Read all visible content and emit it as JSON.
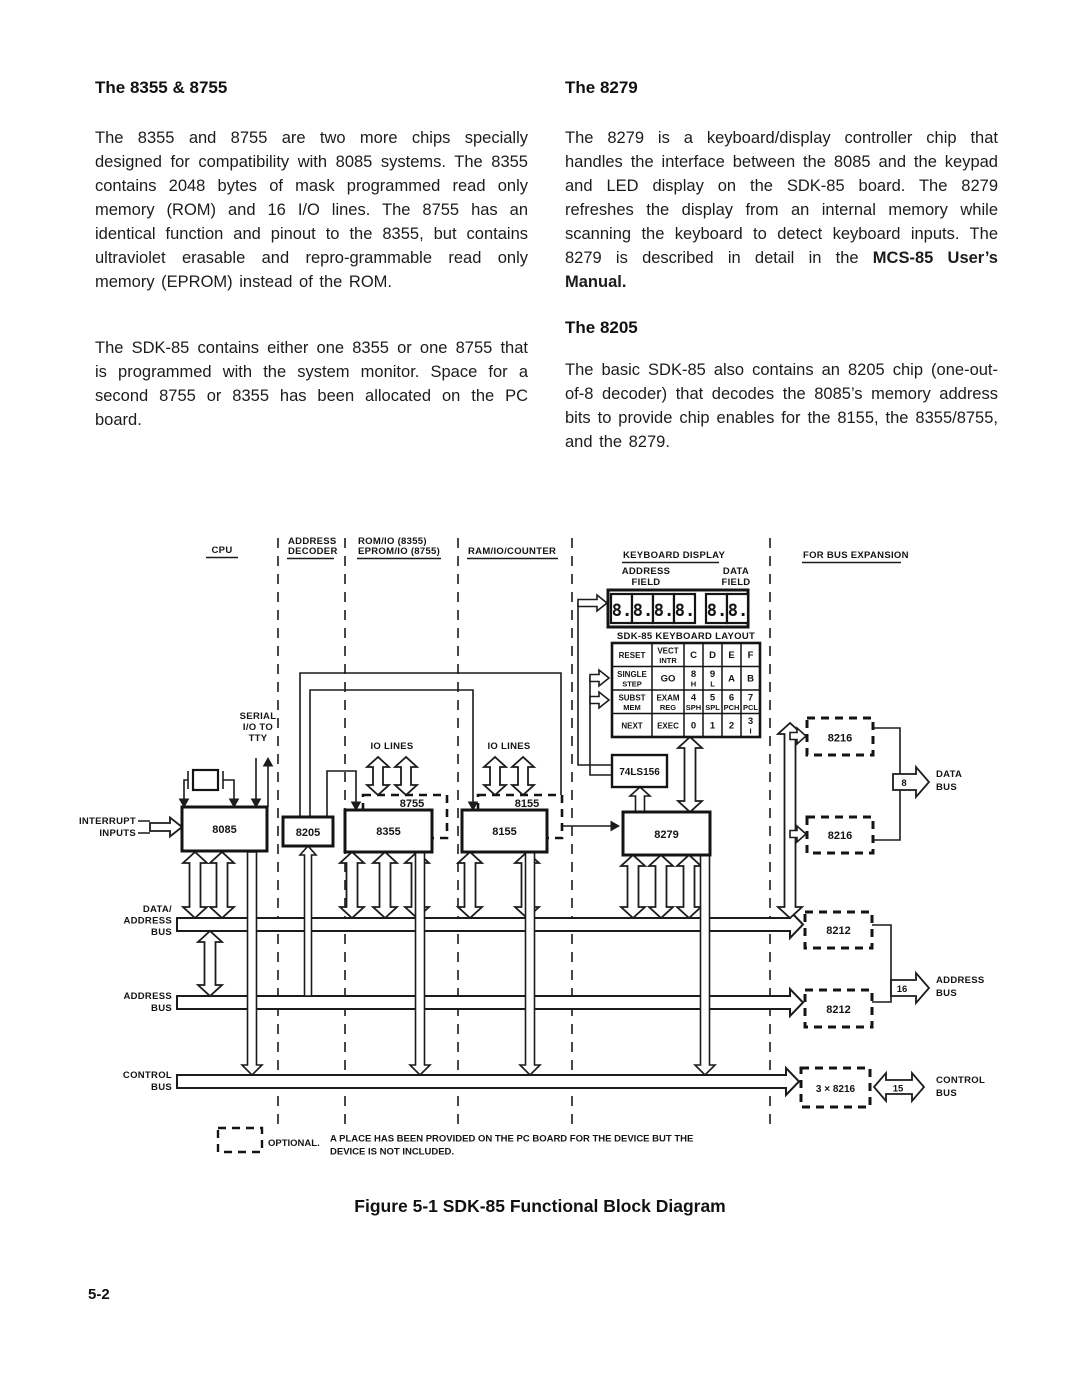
{
  "page": {
    "number": "5-2",
    "caption": "Figure 5-1  SDK-85 Functional Block Diagram"
  },
  "sections": {
    "s8355": {
      "heading": "The 8355 & 8755",
      "p1": "The 8355 and 8755 are two more chips specially designed for compatibility with 8085 systems. The 8355 contains 2048 bytes of mask programmed read only memory (ROM) and 16 I/O lines. The 8755 has an identical function and pinout to the 8355, but contains ultraviolet erasable and repro-grammable read only memory (EPROM) instead of the ROM.",
      "p2": "The SDK-85 contains either one 8355 or one 8755 that is programmed with the system monitor. Space for a second 8755 or 8355 has been allocated on the PC board."
    },
    "s8279": {
      "heading": "The 8279",
      "body": "The 8279 is a keyboard/display controller chip that handles the interface between the 8085 and the keypad and LED display on the SDK-85 board. The 8279 refreshes the display from an internal memory while scanning the keyboard to detect keyboard inputs. The 8279 is described in detail in the ",
      "bold_tail": "MCS-85 User’s Manual."
    },
    "s8205": {
      "heading": "The 8205",
      "body": "The basic SDK-85 also contains an 8205 chip (one-out-of-8 decoder) that decodes the 8085’s memory address bits to provide chip enables for the 8155, the 8355/8755, and the 8279."
    }
  },
  "diagram": {
    "columns": {
      "cpu": "CPU",
      "address_decoder": [
        "ADDRESS",
        "DECODER"
      ],
      "rom_eprom": [
        "ROM/IO (8355)",
        "EPROM/IO (8755)"
      ],
      "ram_io": "RAM/IO/COUNTER",
      "keyboard_display": "KEYBOARD DISPLAY",
      "for_bus_expansion": "FOR BUS EXPANSION"
    },
    "display": {
      "address_field": [
        "ADDRESS",
        "FIELD"
      ],
      "data_field": [
        "DATA",
        "FIELD"
      ],
      "digit": "8."
    },
    "keyboard": {
      "title": "SDK-85 KEYBOARD LAYOUT",
      "rows": [
        [
          [
            "RESET"
          ],
          [
            "VECT",
            "INTR"
          ],
          [
            "C"
          ],
          [
            "D"
          ],
          [
            "E"
          ],
          [
            "F"
          ]
        ],
        [
          [
            "SINGLE",
            "STEP"
          ],
          [
            "GO"
          ],
          [
            "8",
            "H"
          ],
          [
            "9",
            "L"
          ],
          [
            "A"
          ],
          [
            "B"
          ]
        ],
        [
          [
            "SUBST",
            "MEM"
          ],
          [
            "EXAM",
            "REG"
          ],
          [
            "4",
            "SPH"
          ],
          [
            "5",
            "SPL"
          ],
          [
            "6",
            "PCH"
          ],
          [
            "7",
            "PCL"
          ]
        ],
        [
          [
            "NEXT"
          ],
          [
            "EXEC"
          ],
          [
            "0"
          ],
          [
            "1"
          ],
          [
            "2"
          ],
          [
            "3",
            "I"
          ]
        ]
      ]
    },
    "chips": {
      "c8085": "8085",
      "c8205": "8205",
      "c8355": "8355",
      "c8755": "8755",
      "c8155": "8155",
      "c8155_opt": "8155",
      "c8279": "8279",
      "c74ls156": "74LS156",
      "c8216_top": "8216",
      "c8216_bot": "8216",
      "c8212_top": "8212",
      "c8212_bot": "8212",
      "c8216x3": "3 × 8216"
    },
    "labels": {
      "serial": [
        "SERIAL",
        "I/O TO",
        "TTY"
      ],
      "interrupt": [
        "INTERRUPT",
        "INPUTS"
      ],
      "io_lines": "IO LINES",
      "data_address_bus": [
        "DATA/",
        "ADDRESS",
        "BUS"
      ],
      "address_bus": [
        "ADDRESS",
        "BUS"
      ],
      "control_bus": [
        "CONTROL",
        "BUS"
      ],
      "data_bus_right": [
        "DATA",
        "BUS"
      ],
      "address_bus_right": [
        "ADDRESS",
        "BUS"
      ],
      "control_bus_right": [
        "CONTROL",
        "BUS"
      ],
      "width_data": "8",
      "width_address": "16",
      "width_control": "15"
    },
    "legend": {
      "optional": "OPTIONAL.",
      "note": [
        "A PLACE HAS BEEN PROVIDED ON THE PC BOARD FOR THE DEVICE BUT THE",
        "DEVICE IS NOT INCLUDED."
      ]
    }
  }
}
